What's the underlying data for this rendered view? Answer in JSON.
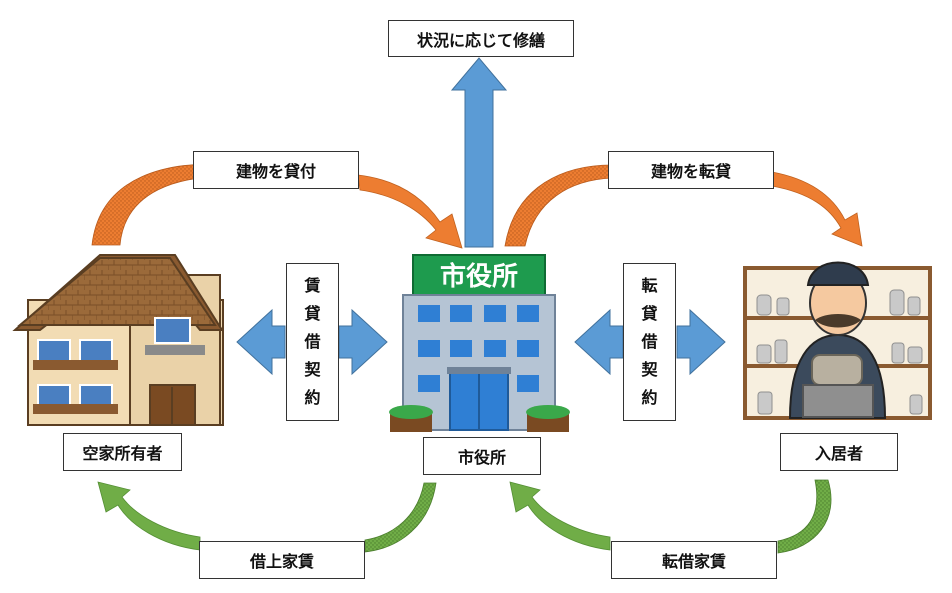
{
  "labels": {
    "repair": "状況に応じて修繕",
    "lend_building": "建物を貸付",
    "sublease_building": "建物を転貸",
    "owner": "空家所有者",
    "city_hall": "市役所",
    "tenant": "入居者",
    "lease_rent": "借上家賃",
    "sublease_rent": "転借家賃",
    "contract_left": [
      "賃",
      "貸",
      "借",
      "契",
      "約"
    ],
    "contract_right": [
      "転",
      "貸",
      "借",
      "契",
      "約"
    ]
  },
  "building_sign": "市役所",
  "colors": {
    "orange": "#ed7d31",
    "blue": "#5b9bd5",
    "green": "#70ad47",
    "sign_green": "#1e9b4e"
  }
}
